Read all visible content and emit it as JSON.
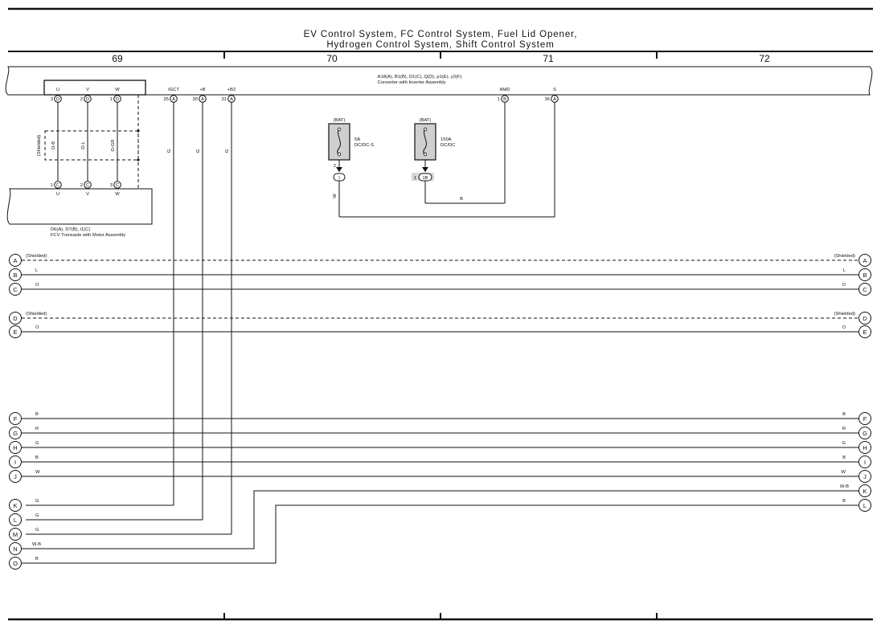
{
  "title": {
    "line1": "EV Control System,  FC Control System,  Fuel Lid Opener,",
    "line2": "Hydrogen Control System,  Shift Control System"
  },
  "columns": [
    "69",
    "70",
    "71",
    "72"
  ],
  "inverter": {
    "code": "A18(A), B1(B), D1(C), Q(D), p1(E), y2(F)",
    "name": "Converter with Inverter Assembly",
    "pins": [
      {
        "label": "U",
        "num": "3",
        "conn": "D"
      },
      {
        "label": "V",
        "num": "2",
        "conn": "D"
      },
      {
        "label": "W",
        "num": "1",
        "conn": "D"
      },
      {
        "label": "IGCT",
        "num": "25",
        "conn": "A"
      },
      {
        "label": "+B",
        "num": "30",
        "conn": "A"
      },
      {
        "label": "+B2",
        "num": "31",
        "conn": "A"
      },
      {
        "label": "AMD",
        "num": "1",
        "conn": "B"
      },
      {
        "label": "S",
        "num": "36",
        "conn": "A"
      }
    ]
  },
  "transaxle": {
    "code": "D6(A), D7(B), i1(C)",
    "name": "FCV Transaxle with Motor Assembly",
    "pins": [
      {
        "label": "U",
        "num": "1",
        "conn": "C"
      },
      {
        "label": "V",
        "num": "2",
        "conn": "C"
      },
      {
        "label": "W",
        "num": "3",
        "conn": "C"
      }
    ]
  },
  "shielded_label": "(Shielded)",
  "motor_wire_colors": [
    "O-B",
    "O-L",
    "O-GR"
  ],
  "fuse_small": {
    "source": "(BAT)",
    "rating": "5A",
    "name": "DC/DC-S",
    "pin": "2",
    "junction": "I",
    "wire": "W"
  },
  "fuse_large": {
    "source": "(BAT)",
    "rating": "150A",
    "name": "DC/DC",
    "pin": "1",
    "junction": "1B",
    "wire": "B"
  },
  "riser_colors": [
    "G",
    "G",
    "G"
  ],
  "left_connectors": [
    {
      "id": "A",
      "wire": "(Shielded)"
    },
    {
      "id": "B",
      "wire": "L"
    },
    {
      "id": "C",
      "wire": "O"
    },
    {
      "id": "D",
      "wire": "(Shielded)"
    },
    {
      "id": "E",
      "wire": "O"
    },
    {
      "id": "F",
      "wire": "B"
    },
    {
      "id": "G",
      "wire": "R"
    },
    {
      "id": "H",
      "wire": "G"
    },
    {
      "id": "I",
      "wire": "B"
    },
    {
      "id": "J",
      "wire": "W"
    },
    {
      "id": "K",
      "wire": "G"
    },
    {
      "id": "L",
      "wire": "G"
    },
    {
      "id": "M",
      "wire": "G"
    },
    {
      "id": "N",
      "wire": "W-B"
    },
    {
      "id": "O",
      "wire": "B"
    }
  ],
  "right_connectors": [
    {
      "id": "A",
      "wire": "(Shielded)"
    },
    {
      "id": "B",
      "wire": "L"
    },
    {
      "id": "C",
      "wire": "O"
    },
    {
      "id": "D",
      "wire": "(Shielded)"
    },
    {
      "id": "E",
      "wire": "O"
    },
    {
      "id": "F",
      "wire": "B"
    },
    {
      "id": "G",
      "wire": "R"
    },
    {
      "id": "H",
      "wire": "G"
    },
    {
      "id": "I",
      "wire": "B"
    },
    {
      "id": "J",
      "wire": "W"
    },
    {
      "id": "K",
      "wire": "W-B"
    },
    {
      "id": "L",
      "wire": "B"
    }
  ]
}
